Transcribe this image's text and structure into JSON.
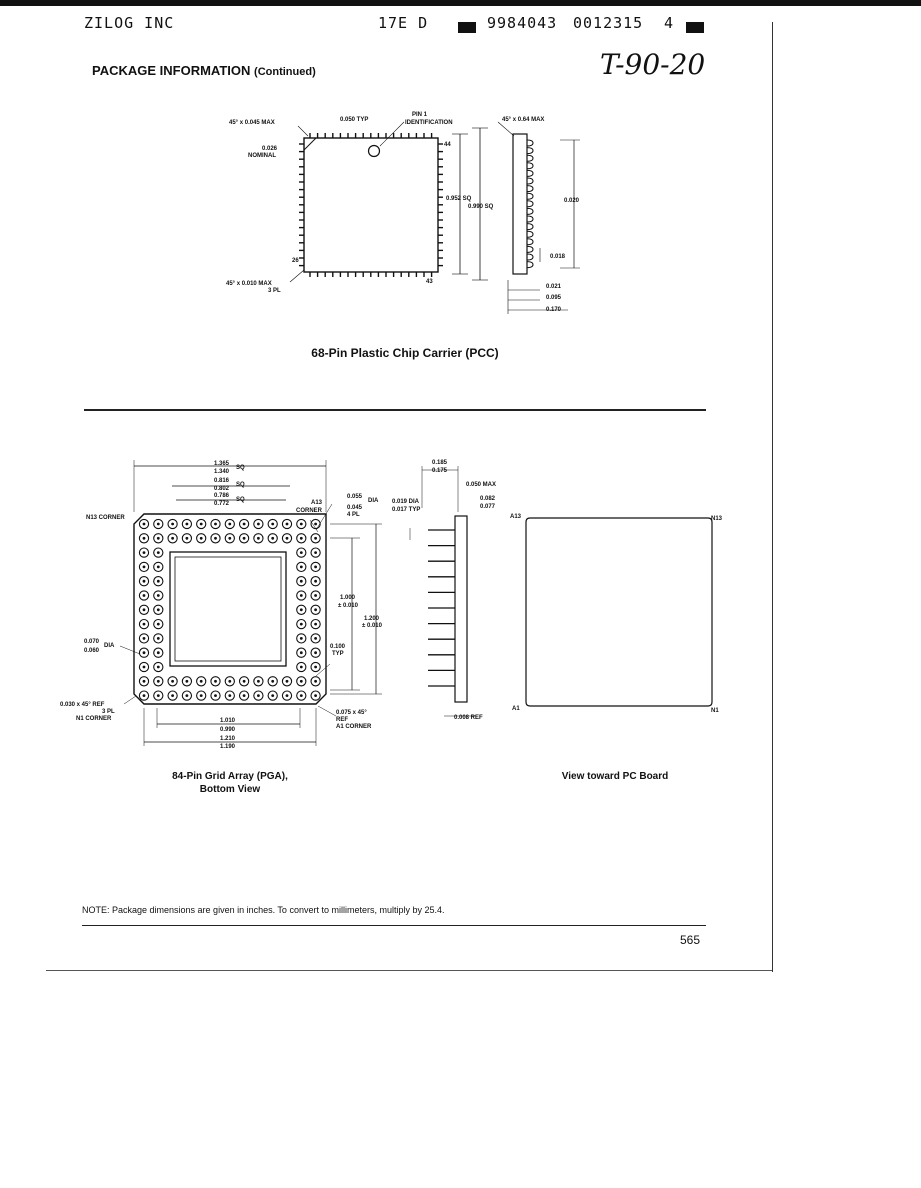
{
  "header": {
    "company": "ZILOG INC",
    "code": "17E D",
    "number1": "9984043",
    "number2": "0012315",
    "number3": "4"
  },
  "handwritten": "T-90-20",
  "title": {
    "main": "PACKAGE INFORMATION",
    "sub": "(Continued)"
  },
  "pcc": {
    "caption": "68-Pin Plastic Chip Carrier (PCC)",
    "labels": {
      "chamfer_top": "45° x 0.045 MAX",
      "typ": "0.050 TYP",
      "pin1": "PIN 1",
      "pin1b": "IDENTIFICATION",
      "nominal1": "0.026",
      "nominal2": "NOMINAL",
      "sq_inner": "0.952 SQ",
      "sq_outer": "0.990 SQ",
      "chamfer_bottom1": "45° x 0.010 MAX",
      "chamfer_bottom2": "3 PL",
      "side_chamfer": "45° x 0.64 MAX",
      "dim_side": "0.020",
      "dim_018": "0.018",
      "dim_021": "0.021",
      "dim_095": "0.095",
      "dim_170": "0.170",
      "pin_a": "44",
      "pin_b": "26",
      "pin_c": "43"
    }
  },
  "pga": {
    "caption1": "84-Pin Grid Array (PGA),",
    "caption2": "Bottom View",
    "labels": {
      "sq1a": "1.365",
      "sq1b": "1.340",
      "sq": "SQ",
      "sq2a": "0.816",
      "sq2b": "0.802",
      "sq3a": "0.786",
      "sq3b": "0.772",
      "n13": "N13 CORNER",
      "a13a": "A13",
      "a13b": "CORNER",
      "dia1": "0.055",
      "dia1b": "DIA",
      "dia2": "0.045",
      "dia2b": "4 PL",
      "dim1000": "1.000",
      "dim1000b": "± 0.010",
      "dim1200": "1.200",
      "dim1200b": "± 0.010",
      "dim100": "0.100",
      "dim100b": "TYP",
      "dia070": "0.070",
      "diab": "DIA",
      "dia060": "0.060",
      "ref030": "0.030 x 45° REF",
      "ref3pl": "3 PL",
      "n1corner": "N1 CORNER",
      "ref075": "0.075 x 45°",
      "refb": "REF",
      "a1corner": "A1 CORNER",
      "w1010": "1.010",
      "w990": "0.990",
      "w1210": "1.210",
      "w1190": "1.190"
    }
  },
  "side": {
    "labels": {
      "h185": "0.185",
      "h175": "0.175",
      "max050": "0.050 MAX",
      "dia019": "0.019 DIA",
      "dia017": "0.017 TYP",
      "t082": "0.082",
      "t077": "0.077",
      "ref008": "0.008 REF"
    }
  },
  "pcview": {
    "caption": "View toward PC Board",
    "a13": "A13",
    "n13": "N13",
    "a1": "A1",
    "n1": "N1"
  },
  "note": "NOTE: Package dimensions are given in inches. To convert to millimeters, multiply by 25.4.",
  "page_number": "565"
}
